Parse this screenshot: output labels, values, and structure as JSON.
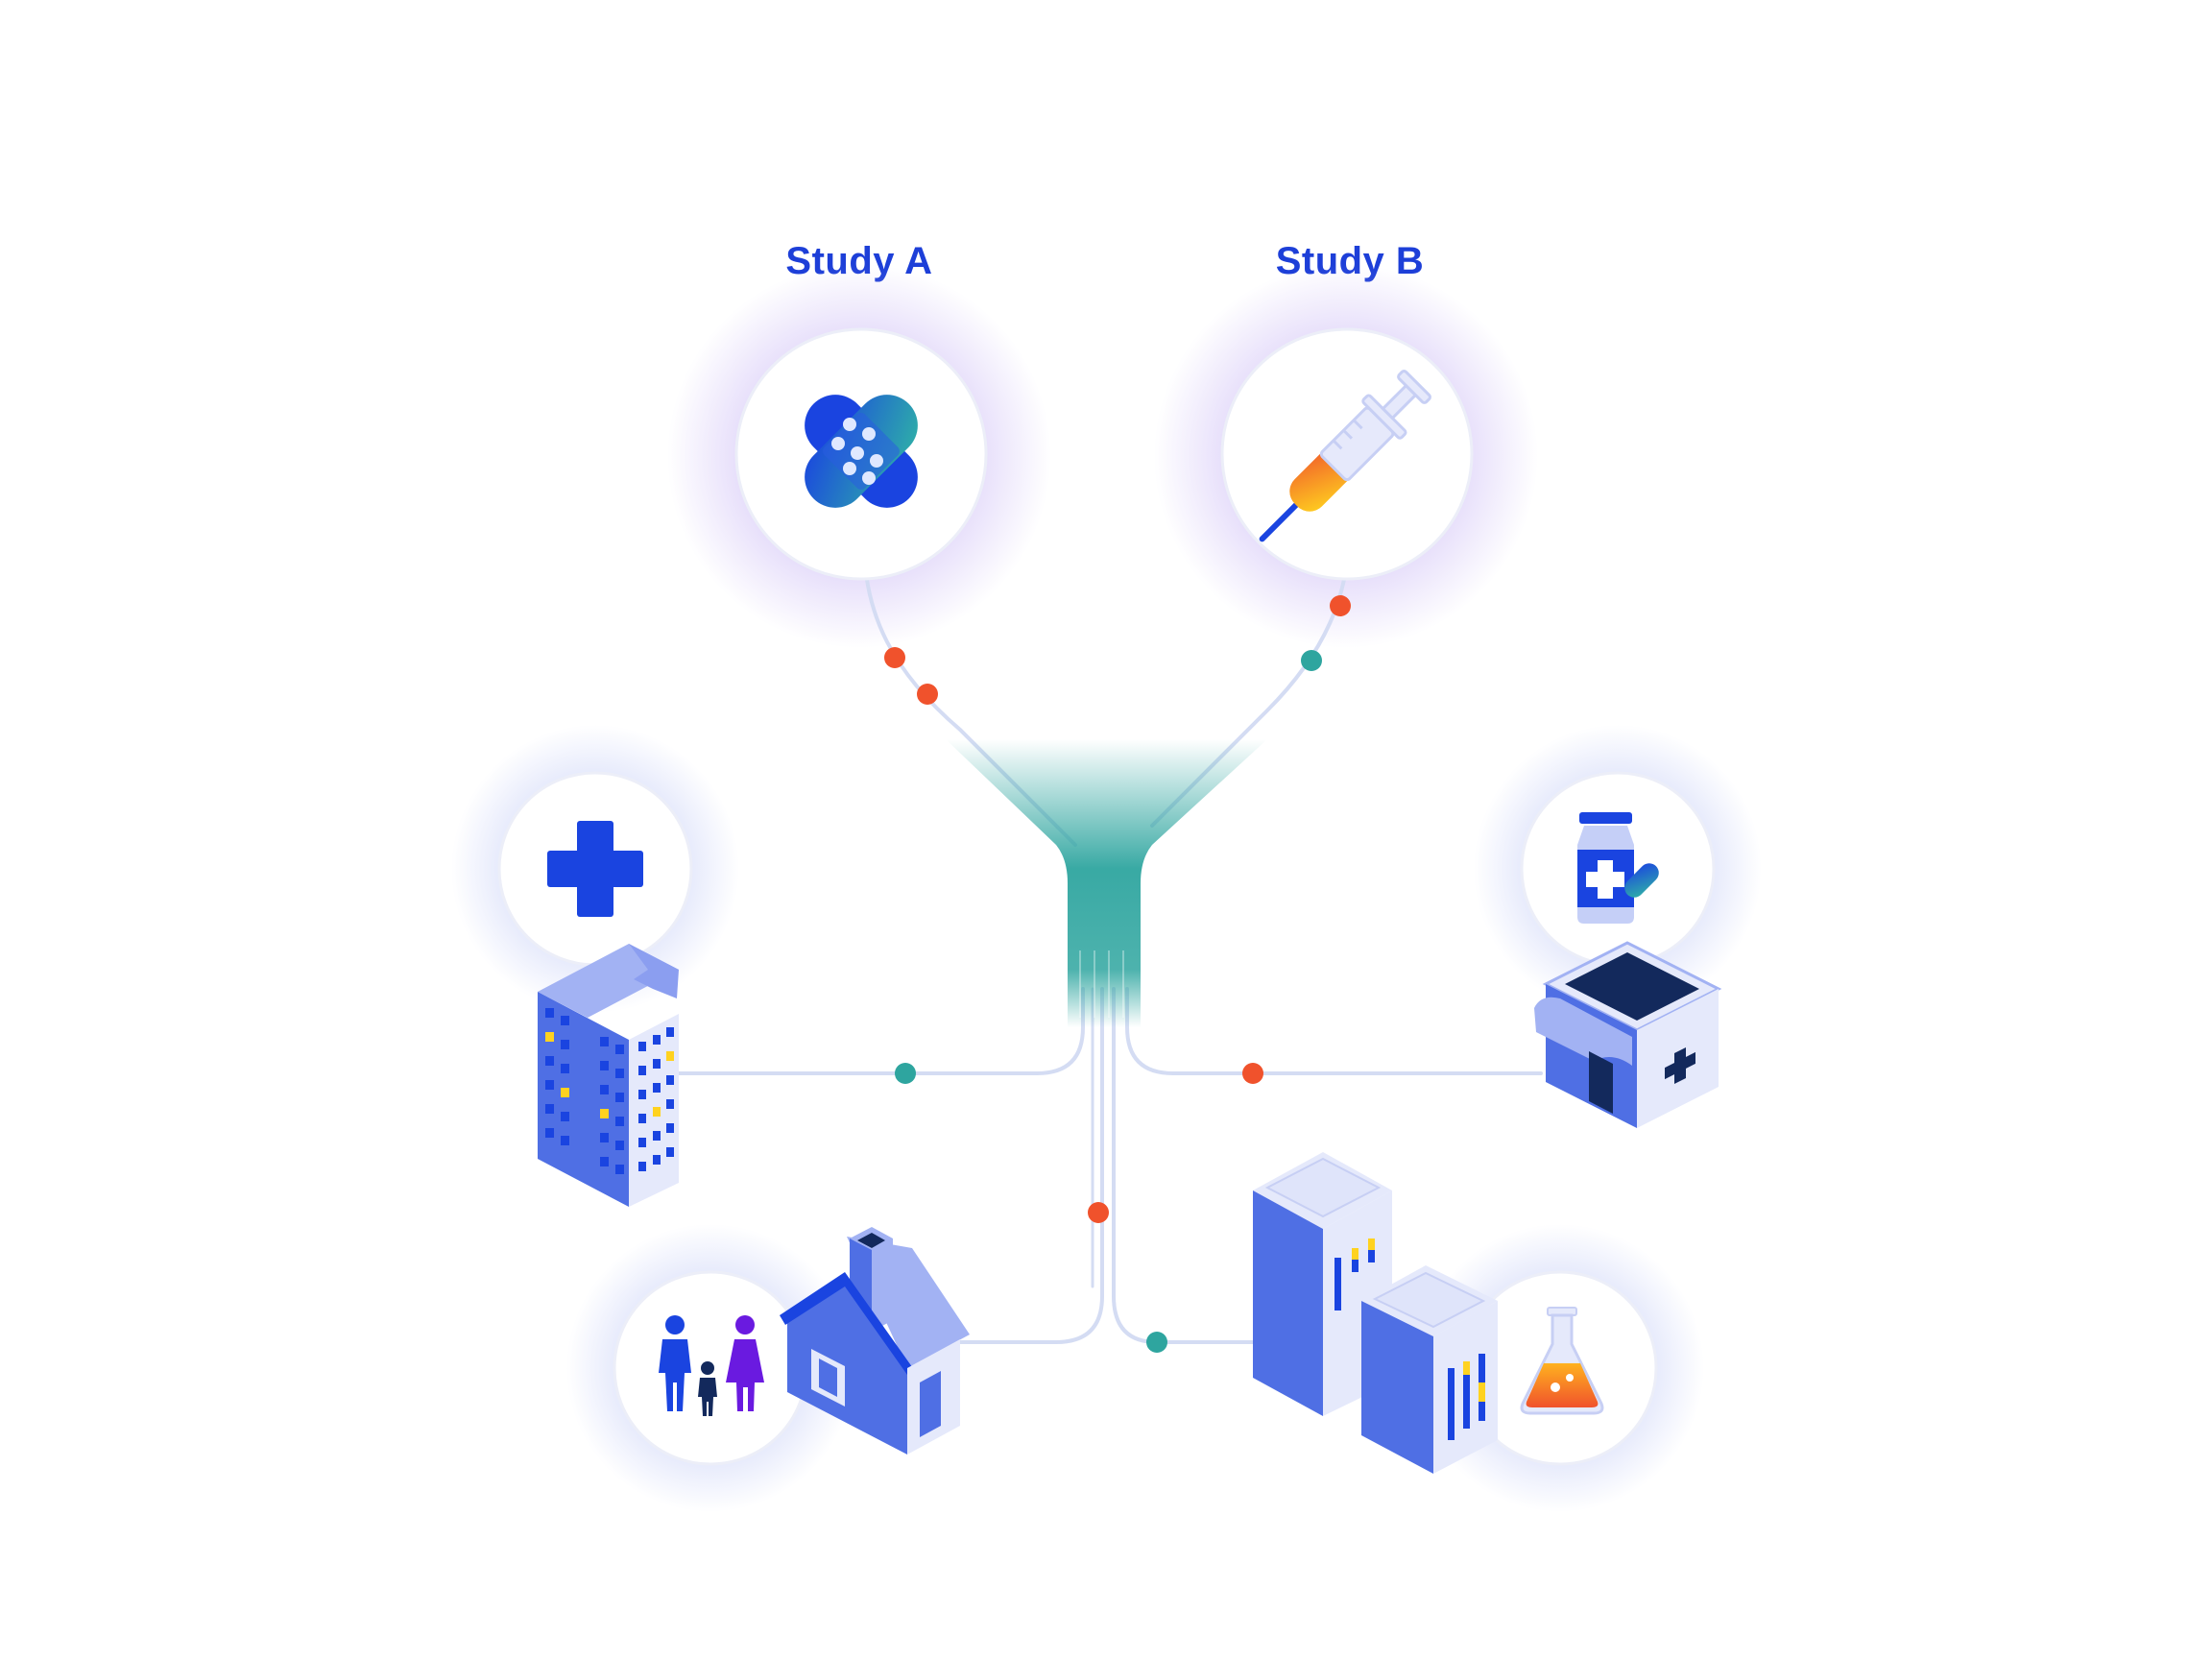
{
  "studies": [
    {
      "label": "Study A",
      "icon": "bandage-icon"
    },
    {
      "label": "Study B",
      "icon": "syringe-icon"
    }
  ],
  "sources": [
    {
      "icon": "medical-cross-icon",
      "building": "apartment-building"
    },
    {
      "icon": "medicine-bottle-icon",
      "building": "pharmacy-store"
    },
    {
      "icon": "family-icon",
      "building": "house"
    },
    {
      "icon": "lab-flask-icon",
      "building": "office-towers"
    }
  ],
  "colors": {
    "label": "#1d3fd8",
    "brand_blue": "#1a44e0",
    "teal": "#2ea59f",
    "orange_dot": "#f0522c",
    "line": "#d4dcf3",
    "building_light": "#e5e9fb",
    "building_mid": "#8b9ef0",
    "building_dark": "#4f6fe4",
    "window_yellow": "#ffd21f"
  }
}
